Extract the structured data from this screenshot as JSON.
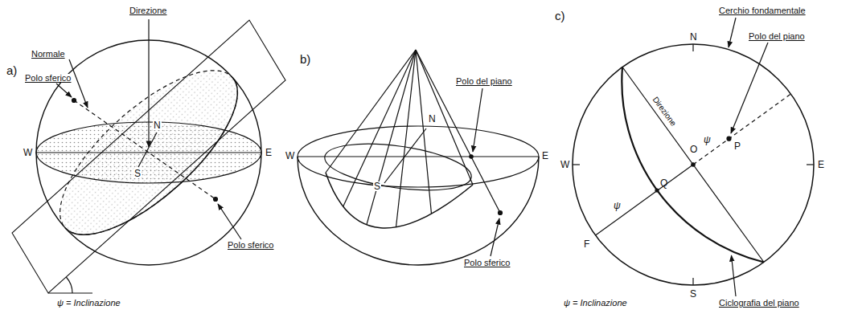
{
  "diagram": {
    "labels": [
      "a)",
      "Normale",
      "Polo sferico",
      "Direzione",
      "N",
      "W",
      "E",
      "S",
      "Polo sferico",
      "ψ = Inclinazione",
      "b)",
      "Polo del piano",
      "N",
      "W",
      "E",
      "S",
      "Polo sferico",
      "c)",
      "N",
      "Cerchio fondamentale",
      "Polo del piano",
      "Direzione",
      "ψ",
      "P",
      "W",
      "O",
      "E",
      "ψ",
      "Q",
      "F",
      "S",
      "Ciclografia del piano",
      "ψ = Inclinazione"
    ]
  }
}
